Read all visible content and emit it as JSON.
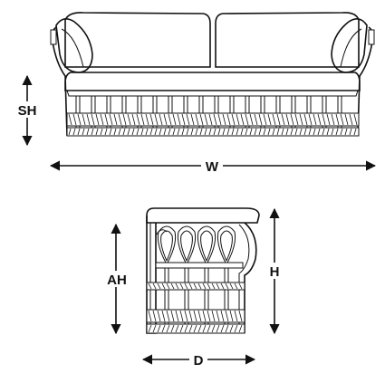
{
  "dimensions": {
    "seat_height": "SH",
    "width": "W",
    "arm_height": "AH",
    "height": "H",
    "depth": "D"
  },
  "colors": {
    "line": "#111111",
    "background": "#ffffff"
  }
}
